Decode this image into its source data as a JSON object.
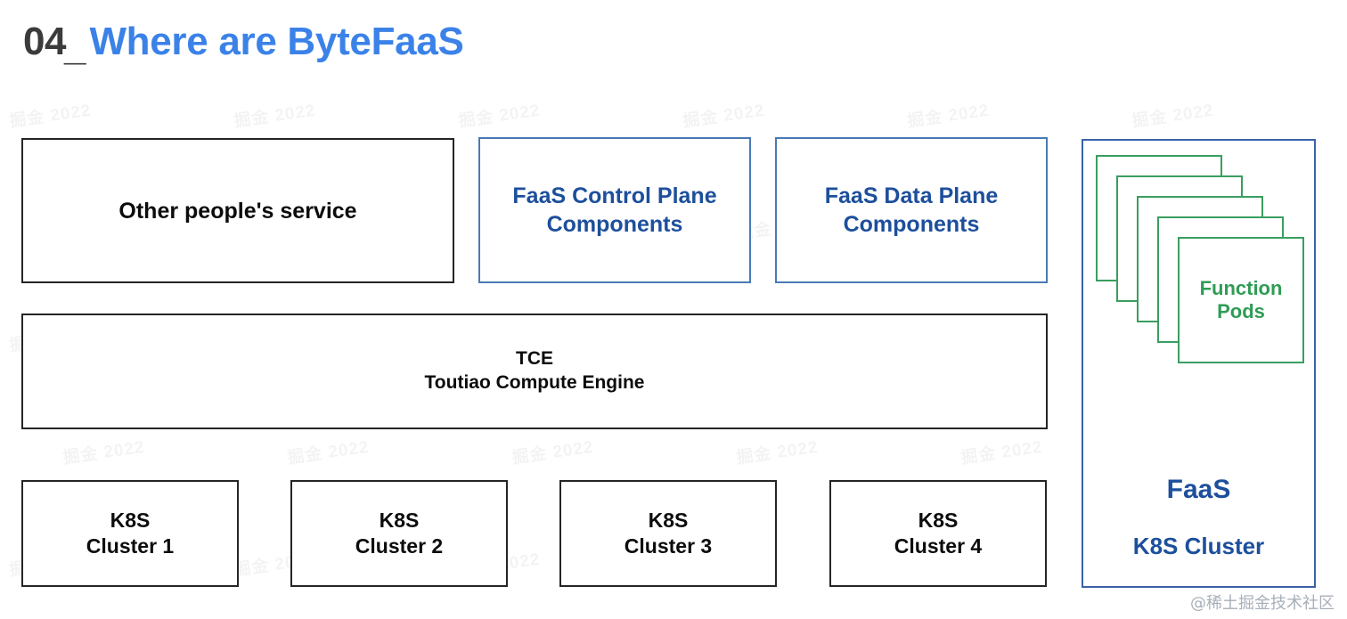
{
  "slide": {
    "title_number": "04",
    "title_underscore": "_",
    "title_text": "Where are ByteFaaS",
    "accent_color": "#3b82e8",
    "title_number_color": "#3b3b3b",
    "blue_box_border_color": "#4a7ab5",
    "blue_text_color": "#1d4f9c",
    "green_color": "#3a9e5f",
    "dark_border_color": "#252525"
  },
  "row_services": [
    {
      "name": "other-peoples-service",
      "label": "Other people's service",
      "style": "dark"
    },
    {
      "name": "faas-control-plane",
      "label": "FaaS Control Plane\nComponents",
      "style": "blue"
    },
    {
      "name": "faas-data-plane",
      "label": "FaaS Data Plane\nComponents",
      "style": "blue"
    }
  ],
  "platform": {
    "name": "tce",
    "abbrev": "TCE",
    "full_name": "Toutiao Compute Engine"
  },
  "k8s_clusters": [
    {
      "line1": "K8S",
      "line2": "Cluster 1"
    },
    {
      "line1": "K8S",
      "line2": "Cluster 2"
    },
    {
      "line1": "K8S",
      "line2": "Cluster 3"
    },
    {
      "line1": "K8S",
      "line2": "Cluster 4"
    }
  ],
  "faas_cluster": {
    "title": "FaaS",
    "subtitle": "K8S Cluster",
    "pod_label_line1": "Function",
    "pod_label_line2": "Pods",
    "pod_count": 5
  },
  "watermarks": {
    "corner": "@稀土掘金技术社区",
    "background_text": "掘金 2022"
  }
}
